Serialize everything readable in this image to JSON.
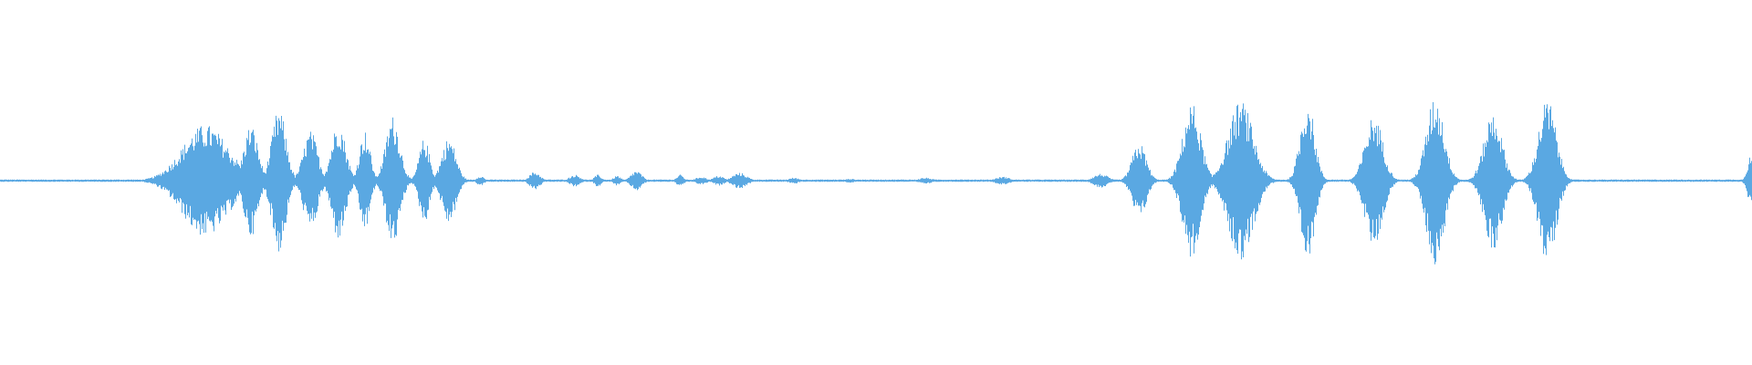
{
  "waveform": {
    "color": "#5aa8e2",
    "background": "#ffffff",
    "noise_floor": 0.012,
    "bursts": [
      {
        "center": 0.117,
        "width": 0.013,
        "amp": 0.56
      },
      {
        "center": 0.143,
        "width": 0.004,
        "amp": 0.56
      },
      {
        "center": 0.159,
        "width": 0.004,
        "amp": 0.72
      },
      {
        "center": 0.177,
        "width": 0.004,
        "amp": 0.5
      },
      {
        "center": 0.193,
        "width": 0.004,
        "amp": 0.59
      },
      {
        "center": 0.208,
        "width": 0.003,
        "amp": 0.5
      },
      {
        "center": 0.224,
        "width": 0.004,
        "amp": 0.65
      },
      {
        "center": 0.242,
        "width": 0.003,
        "amp": 0.42
      },
      {
        "center": 0.256,
        "width": 0.004,
        "amp": 0.43
      },
      {
        "center": 0.274,
        "width": 0.002,
        "amp": 0.05
      },
      {
        "center": 0.305,
        "width": 0.003,
        "amp": 0.09
      },
      {
        "center": 0.328,
        "width": 0.003,
        "amp": 0.06
      },
      {
        "center": 0.341,
        "width": 0.002,
        "amp": 0.06
      },
      {
        "center": 0.352,
        "width": 0.002,
        "amp": 0.05
      },
      {
        "center": 0.363,
        "width": 0.003,
        "amp": 0.1
      },
      {
        "center": 0.388,
        "width": 0.002,
        "amp": 0.06
      },
      {
        "center": 0.4,
        "width": 0.003,
        "amp": 0.04
      },
      {
        "center": 0.41,
        "width": 0.003,
        "amp": 0.05
      },
      {
        "center": 0.422,
        "width": 0.004,
        "amp": 0.08
      },
      {
        "center": 0.453,
        "width": 0.003,
        "amp": 0.03
      },
      {
        "center": 0.485,
        "width": 0.003,
        "amp": 0.02
      },
      {
        "center": 0.528,
        "width": 0.004,
        "amp": 0.03
      },
      {
        "center": 0.572,
        "width": 0.004,
        "amp": 0.04
      },
      {
        "center": 0.628,
        "width": 0.004,
        "amp": 0.07
      },
      {
        "center": 0.65,
        "width": 0.004,
        "amp": 0.38
      },
      {
        "center": 0.68,
        "width": 0.005,
        "amp": 0.78
      },
      {
        "center": 0.708,
        "width": 0.007,
        "amp": 0.8
      },
      {
        "center": 0.746,
        "width": 0.004,
        "amp": 0.82
      },
      {
        "center": 0.784,
        "width": 0.005,
        "amp": 0.66
      },
      {
        "center": 0.819,
        "width": 0.005,
        "amp": 0.85
      },
      {
        "center": 0.852,
        "width": 0.005,
        "amp": 0.7
      },
      {
        "center": 0.883,
        "width": 0.005,
        "amp": 0.82
      },
      {
        "center": 0.999,
        "width": 0.002,
        "amp": 0.25
      }
    ]
  }
}
